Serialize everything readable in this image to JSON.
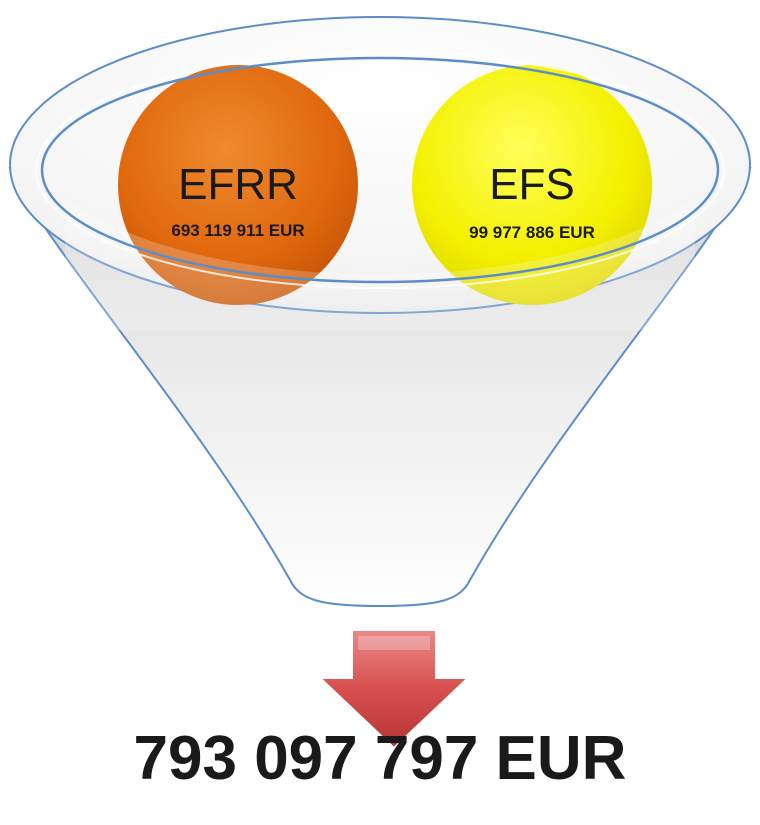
{
  "funnel": {
    "inputs": [
      {
        "name": "EFRR",
        "amount": "693 119 911 EUR",
        "color": "#e0680e"
      },
      {
        "name": "EFS",
        "amount": "99 977 886 EUR",
        "color": "#f4f000"
      }
    ],
    "arrow_color": "#d84f4f",
    "funnel_stroke_color": "#5b8ec9",
    "total": "793 097 797 EUR"
  },
  "icons": {
    "arrow": "down-arrow-icon"
  }
}
